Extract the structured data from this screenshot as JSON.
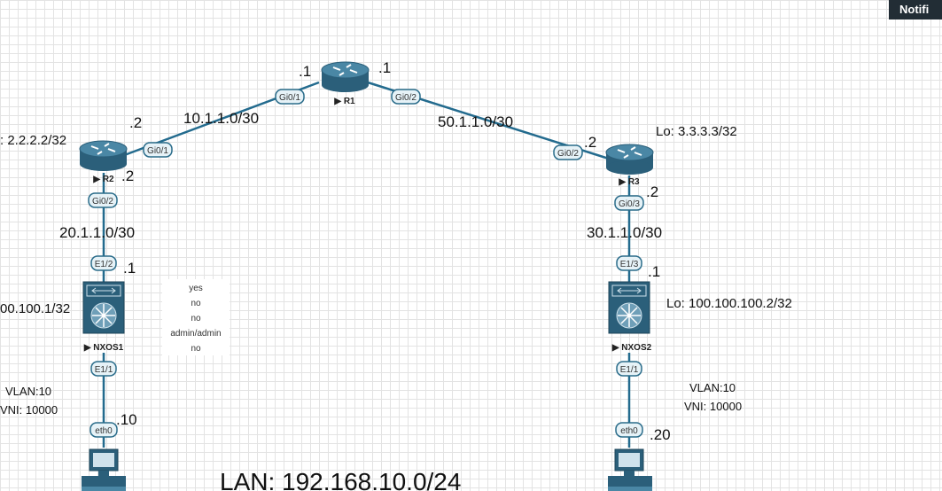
{
  "notification_button": "Notifi",
  "nodes": {
    "r1": {
      "name": "R1"
    },
    "r2": {
      "name": "R2"
    },
    "r3": {
      "name": "R3"
    },
    "nxos1": {
      "name": "NXOS1"
    },
    "nxos2": {
      "name": "NXOS2"
    }
  },
  "ports": {
    "r1_left": "Gi0/1",
    "r1_right": "Gi0/2",
    "r2_right": "Gi0/1",
    "r2_down": "Gi0/2",
    "r3_left": "Gi0/2",
    "r3_down": "Gi0/3",
    "nxos1_up": "E1/2",
    "nxos1_down": "E1/1",
    "nxos2_up": "E1/3",
    "nxos2_down": "E1/1",
    "pc1_up": "eth0",
    "pc2_up": "eth0"
  },
  "subnets": {
    "r2_r1": "10.1.1.0/30",
    "r1_r3": "50.1.1.0/30",
    "r2_nxos1": "20.1.1.0/30",
    "r3_nxos2": "30.1.1.0/30"
  },
  "host_octets": {
    "r1_left": ".1",
    "r1_right": ".1",
    "r2_top": ".2",
    "r2_right": ".2",
    "r3_left": ".2",
    "r3_down": ".2",
    "nxos1_up": ".1",
    "nxos2_up": ".1",
    "pc1": ".10",
    "pc2": ".20"
  },
  "loopbacks": {
    "r2": ": 2.2.2.2/32",
    "r3": "Lo: 3.3.3.3/32",
    "nxos1": "00.100.1/32",
    "nxos2": "Lo: 100.100.100.2/32"
  },
  "vlan_info": {
    "left_vlan": "VLAN:10",
    "left_vni": "VNI: 10000",
    "right_vlan": "VLAN:10",
    "right_vni": "VNI: 10000"
  },
  "note_lines": [
    "yes",
    "no",
    "no",
    "admin/admin",
    "no"
  ],
  "lan_label": "LAN: 192.168.10.0/24",
  "colors": {
    "link": "#236b8e",
    "device": "#2b5f7a",
    "device_top": "#4a87a5",
    "port_fill": "#e6f2f7",
    "port_stroke": "#2a6c8a"
  }
}
